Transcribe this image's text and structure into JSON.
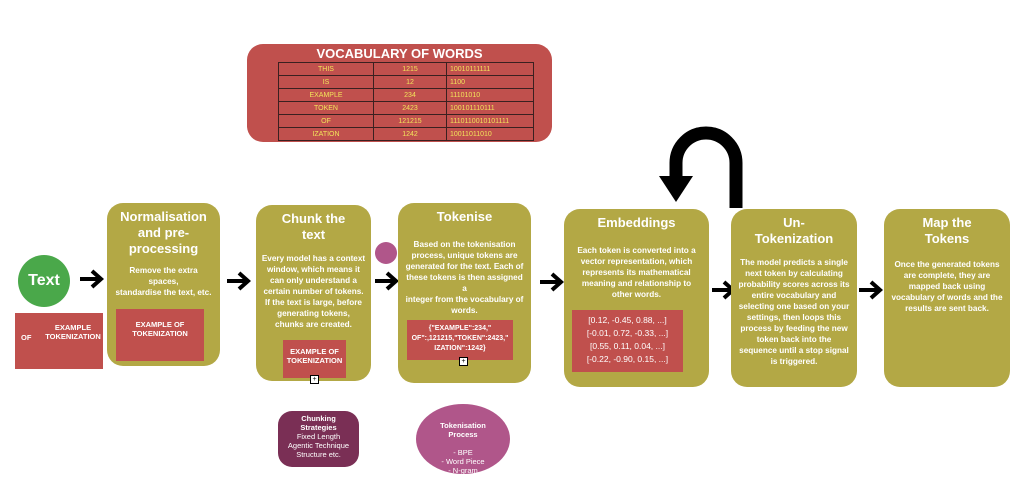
{
  "vocabulary": {
    "title": "VOCABULARY OF WORDS",
    "rows": [
      [
        "THIS",
        "1215",
        "10010111111"
      ],
      [
        "IS",
        "12",
        "1100"
      ],
      [
        "EXAMPLE",
        "234",
        "11101010"
      ],
      [
        "TOKEN",
        "2423",
        "100101110111"
      ],
      [
        "OF",
        "121215",
        "1110110010101111"
      ],
      [
        "IZATION",
        "1242",
        "10011011010"
      ]
    ]
  },
  "text_node": {
    "label": "Text"
  },
  "text_note": {
    "of": "OF",
    "text": "EXAMPLE\nTOKENIZATION"
  },
  "stages": {
    "normalisation": {
      "title": "Normalisation\nand pre-\nprocessing",
      "body": "Remove the extra spaces,\nstandardise the text, etc.",
      "note": "EXAMPLE OF\nTOKENIZATION"
    },
    "chunk": {
      "title": "Chunk the\ntext",
      "body": "Every model has a context\nwindow, which means it\ncan only understand a\ncertain number of tokens.\nIf the text is large,  before\ngenerating tokens,\nchunks are created.",
      "note": "EXAMPLE OF\nTOKENIZATION"
    },
    "tokenise": {
      "title": "Tokenise",
      "body": "Based on the tokenisation\nprocess, unique tokens are\ngenerated for the text. Each of\nthese tokens is then assigned a\ninteger from the vocabulary of\nwords.",
      "note": "{\"EXAMPLE\":234,\"\nOF\":,121215,\"TOKEN\":2423,\"\nIZATION\":1242}"
    },
    "embeddings": {
      "title": "Embeddings",
      "body": "Each token is converted into a\nvector representation, which\nrepresents its mathematical\nmeaning and relationship to\nother words.",
      "note": "[0.12, -0.45, 0.88, ...]\n[-0.01, 0.72, -0.33, ...]\n[0.55, 0.11, 0.04, ...]\n[-0.22, -0.90, 0.15, ...]"
    },
    "untokenization": {
      "title": "Un-\nTokenization",
      "body": "The model predicts a single\nnext token by calculating\nprobability scores across its\nentire vocabulary and\nselecting one based on your\nsettings, then loops this\nprocess by feeding the new\ntoken back into the\nsequence until a stop signal\nis triggered."
    },
    "map": {
      "title": "Map the\nTokens",
      "body": "Once the generated tokens\nare complete, they are\nmapped back using\nvocabulary of words and the\nresults are sent back."
    }
  },
  "chunking_strategies": {
    "title": "Chunking\nStrategies",
    "items": "Fixed Length\nAgentic Technique\nStructure etc."
  },
  "tokenisation_process": {
    "title": "Tokenisation\nProcess",
    "items": "- BPE\n- Word Piece\n- N-gram"
  },
  "plus_symbol": "+",
  "colors": {
    "stage": "#b3a845",
    "note": "#c0504d",
    "text_node": "#4aa84a",
    "chunking": "#7a2f55",
    "process": "#b0568a"
  }
}
